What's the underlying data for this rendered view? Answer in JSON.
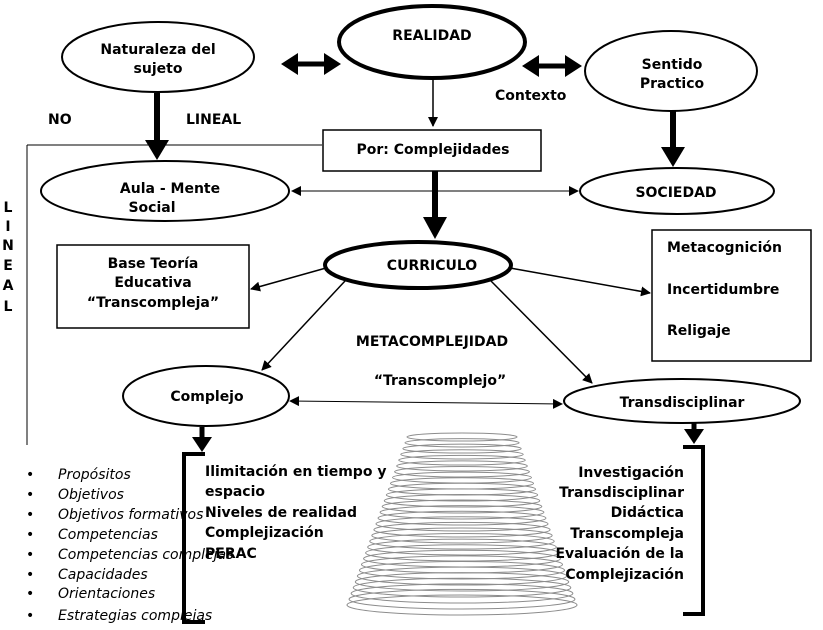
{
  "nodes": {
    "realidad": "REALIDAD",
    "naturaleza": [
      "Naturaleza del",
      "sujeto"
    ],
    "sentido": [
      "Sentido",
      "Practico"
    ],
    "contexto": "Contexto",
    "no": "NO",
    "lineal_h": "LINEAL",
    "lineal_v": [
      "L",
      "I",
      "N",
      "E",
      "A",
      "L"
    ],
    "complejidades": "Por: Complejidades",
    "aula": [
      "Aula - Mente",
      "Social"
    ],
    "sociedad": "SOCIEDAD",
    "curriculo": "CURRICULO",
    "base": [
      "Base Teoría",
      "Educativa",
      "“Transcompleja”"
    ],
    "meta_box": [
      "Metacognición",
      "Incertidumbre",
      "Religaje"
    ],
    "metacomplejidad": "METACOMPLEJIDAD",
    "transcomplejo": "“Transcomplejo”",
    "complejo": "Complejo",
    "transdisciplinar": "Transdisciplinar"
  },
  "bullets": [
    "Propósitos",
    "Objetivos",
    "Objetivos formativos",
    "Competencias",
    "Competencias complejas",
    "Capacidades",
    "Orientaciones",
    "Estrategias complejas"
  ],
  "middle_list": [
    "Ilimitación en tiempo y",
    "espacio",
    "Niveles de realidad",
    "Complejización",
    "PERAC"
  ],
  "right_list": [
    "Investigación",
    "Transdisciplinar",
    "Didáctica",
    "Transcompleja",
    "Evaluación de la",
    "Complejización"
  ]
}
